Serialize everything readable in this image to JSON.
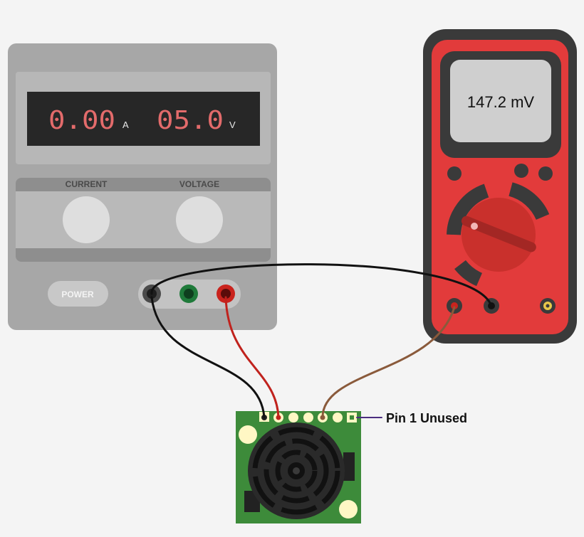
{
  "power_supply": {
    "current_reading": "0.00",
    "current_unit": "A",
    "voltage_reading": "05.0",
    "voltage_unit": "V",
    "current_knob_label": "CURRENT",
    "voltage_knob_label": "VOLTAGE",
    "power_button_label": "POWER"
  },
  "multimeter": {
    "reading": "147.2 mV"
  },
  "sensor_board": {
    "pin_callout": "Pin 1 Unused"
  },
  "colors": {
    "display_digits": "#e36b6b",
    "multimeter_body": "#e23b3b",
    "wire_black": "#111111",
    "wire_red": "#c0221d",
    "wire_brown": "#8a5a3b",
    "wire_purple": "#4b2d7f",
    "pcb_green": "#3d8b3a"
  }
}
